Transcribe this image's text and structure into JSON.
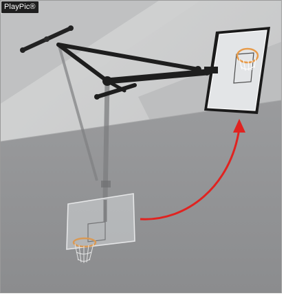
{
  "watermark": {
    "label": "PlayPic®"
  },
  "colors": {
    "ceiling_light": "#cdcece",
    "ceiling_shadow": "#b4b5b6",
    "wall": "#8f9092",
    "frame_steel": "#1e1e1e",
    "backboard_glass": "#e8eaec",
    "rim_orange": "#e79b4a",
    "arrow_red": "#e02320"
  },
  "scene": {
    "subject": "ceiling-mounted-basketball-hoop",
    "arrow_direction": "lower-to-raised"
  }
}
